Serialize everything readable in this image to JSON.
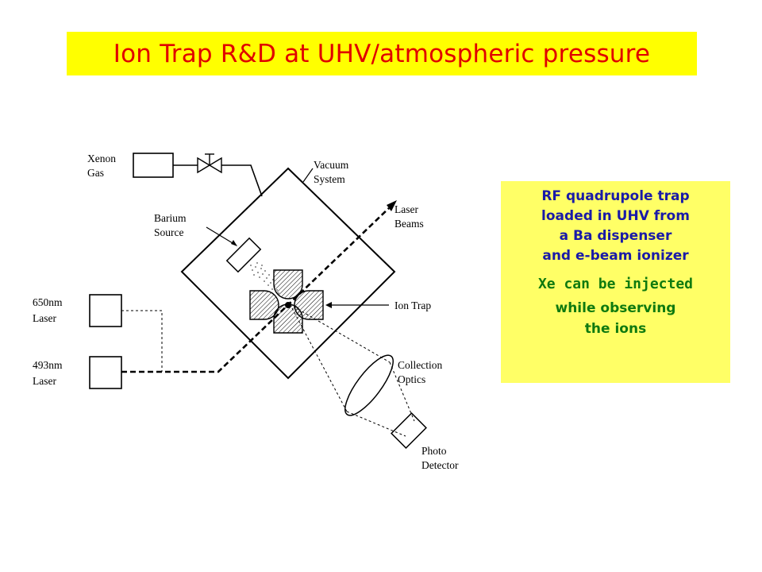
{
  "title": "Ion Trap R&D at UHV/atmospheric pressure",
  "diagram": {
    "labels": {
      "xenon_line1": "Xenon",
      "xenon_line2": "Gas",
      "vacuum_line1": "Vacuum",
      "vacuum_line2": "System",
      "laser_beams_line1": "Laser",
      "laser_beams_line2": "Beams",
      "barium_line1": "Barium",
      "barium_line2": "Source",
      "ion_trap": "Ion Trap",
      "laser650_line1": "650nm",
      "laser650_line2": "Laser",
      "laser493_line1": "493nm",
      "laser493_line2": "Laser",
      "collection_line1": "Collection",
      "collection_line2": "Optics",
      "photo_line1": "Photo",
      "photo_line2": "Detector"
    }
  },
  "note": {
    "blue_lines": [
      "RF quadrupole trap",
      "loaded in UHV from",
      "a Ba dispenser",
      "and e-beam ionizer"
    ],
    "green_lines": [
      "Xe can be injected",
      "while observing",
      "the ions"
    ],
    "colors": {
      "box": "#ffff66",
      "blue_text": "#1a1aa8",
      "green_text": "#0f7a0f"
    }
  },
  "colors": {
    "title_bg": "#ffff00",
    "title_text": "#e00000"
  }
}
